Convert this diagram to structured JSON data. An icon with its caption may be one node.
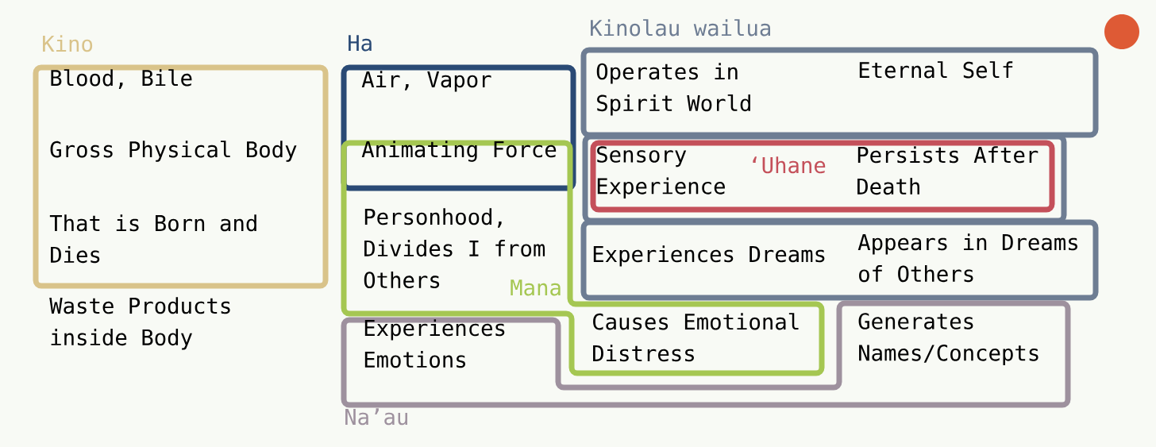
{
  "diagram": {
    "nodes": [
      {
        "text": [
          "Kino",
          "Blood, Bile",
          "Gross Physical Body",
          "That is Born and Dies"
        ],
        "beside": [
          "Waste Products inside Body"
        ]
      },
      {
        "text": [
          "Ha",
          "Air, Vapor",
          "Animating Force"
        ]
      },
      {
        "text": [
          "Personhood, Divides I from Others",
          "Mana",
          "Causes Emotional Distress"
        ]
      },
      {
        "text": [
          "Kinolau wailua",
          "Operates in Spirit World",
          "Eternal Self",
          "Experiences Dreams",
          "Appears in Dreams of Others"
        ]
      },
      {
        "text": [
          "Sensory Experience",
          "‘Uhane",
          "Persists After Death"
        ],
        "in": 3
      },
      {
        "text": [
          "Experiences Emotions",
          "Generates Names/Concepts",
          "Na’au"
        ]
      }
    ]
  }
}
